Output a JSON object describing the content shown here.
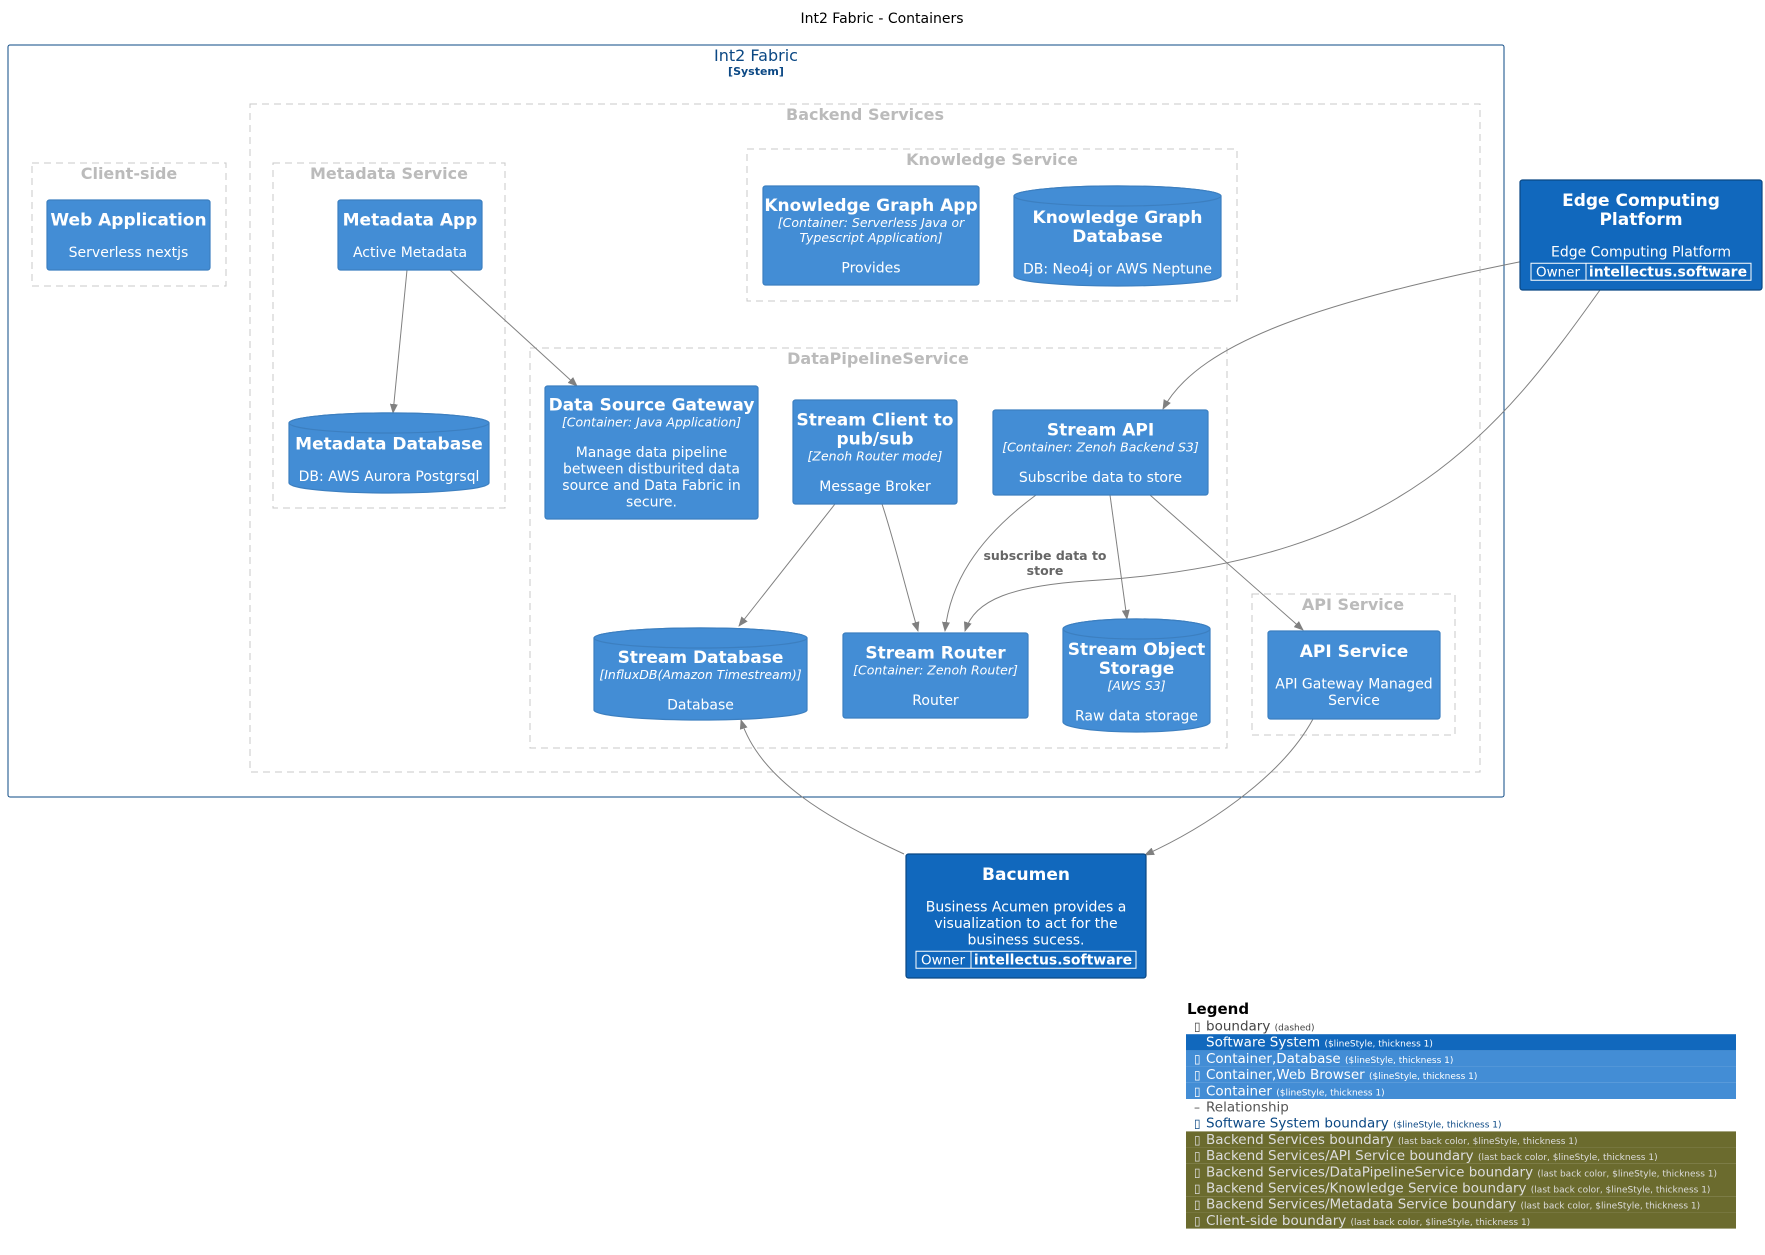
{
  "title": "Int2 Fabric - Containers",
  "system_boundary": {
    "name": "Int2 Fabric",
    "type": "[System]"
  },
  "boundaries": {
    "backend": "Backend Services",
    "client": "Client-side",
    "metadata": "Metadata Service",
    "knowledge": "Knowledge Service",
    "pipeline": "DataPipelineService",
    "api": "API Service"
  },
  "nodes": {
    "web_app": {
      "title": [
        "Web Application"
      ],
      "type": "",
      "desc": [
        "Serverless nextjs"
      ]
    },
    "metadata_app": {
      "title": [
        "Metadata App"
      ],
      "type": "",
      "desc": [
        "Active Metadata"
      ]
    },
    "metadata_db": {
      "title": [
        "Metadata Database"
      ],
      "type": "",
      "desc": [
        "DB: AWS Aurora Postgrsql"
      ]
    },
    "kg_app": {
      "title": [
        "Knowledge Graph App"
      ],
      "type": [
        "[Container: Serverless Java or",
        "Typescript Application]"
      ],
      "desc": [
        "Provides"
      ]
    },
    "kg_db": {
      "title": [
        "Knowledge Graph",
        "Database"
      ],
      "type": "",
      "desc": [
        "DB: Neo4j or AWS Neptune"
      ]
    },
    "ds_gateway": {
      "title": [
        "Data Source Gateway"
      ],
      "type": [
        "[Container: Java Application]"
      ],
      "desc": [
        "Manage data pipeline",
        "between distburited data",
        "source and Data Fabric in",
        "secure."
      ]
    },
    "stream_client": {
      "title": [
        "Stream Client to",
        "pub/sub"
      ],
      "type": [
        "[Zenoh Router mode]"
      ],
      "desc": [
        "Message Broker"
      ]
    },
    "stream_api": {
      "title": [
        "Stream API"
      ],
      "type": [
        "[Container: Zenoh Backend S3]"
      ],
      "desc": [
        "Subscribe data to store"
      ]
    },
    "stream_db": {
      "title": [
        "Stream Database"
      ],
      "type": [
        "[InfluxDB(Amazon Timestream)]"
      ],
      "desc": [
        "Database"
      ]
    },
    "stream_router": {
      "title": [
        "Stream Router"
      ],
      "type": [
        "[Container: Zenoh Router]"
      ],
      "desc": [
        "Router"
      ]
    },
    "stream_storage": {
      "title": [
        "Stream Object",
        "Storage"
      ],
      "type": [
        "[AWS S3]"
      ],
      "desc": [
        "Raw data storage"
      ]
    },
    "api_service": {
      "title": [
        "API Service"
      ],
      "type": "",
      "desc": [
        "API Gateway Managed",
        "Service"
      ]
    },
    "edge": {
      "title": [
        "Edge Computing",
        "Platform"
      ],
      "type": "",
      "desc": [
        "Edge Computing Platform"
      ],
      "owner_label": "Owner",
      "owner_value": "intellectus.software"
    },
    "bacumen": {
      "title": [
        "Bacumen"
      ],
      "type": "",
      "desc": [
        "Business Acumen provides a",
        "visualization to act for the",
        "business sucess."
      ],
      "owner_label": "Owner",
      "owner_value": "intellectus.software"
    }
  },
  "relation_label": [
    "subscribe data to",
    "store"
  ],
  "legend": {
    "title": "Legend",
    "items": [
      {
        "label": "boundary",
        "note": "(dashed)",
        "style": "plain"
      },
      {
        "label": "Software System",
        "note": "($lineStyle, thickness 1)",
        "style": "system"
      },
      {
        "label": "Container,Database",
        "note": "($lineStyle, thickness 1)",
        "style": "container"
      },
      {
        "label": "Container,Web Browser",
        "note": "($lineStyle, thickness 1)",
        "style": "container"
      },
      {
        "label": "Container",
        "note": "($lineStyle, thickness 1)",
        "style": "container"
      },
      {
        "label": "Relationship",
        "note": "",
        "style": "relationship"
      },
      {
        "label": "Software System boundary",
        "note": "($lineStyle, thickness 1)",
        "style": "sysboundary"
      },
      {
        "label": "Backend Services boundary",
        "note": "(last back color, $lineStyle, thickness 1)",
        "style": "olive"
      },
      {
        "label": "Backend Services/API Service boundary",
        "note": "(last back color, $lineStyle, thickness 1)",
        "style": "olive"
      },
      {
        "label": "Backend Services/DataPipelineService boundary",
        "note": "(last back color, $lineStyle, thickness 1)",
        "style": "olive"
      },
      {
        "label": "Backend Services/Knowledge Service boundary",
        "note": "(last back color, $lineStyle, thickness 1)",
        "style": "olive"
      },
      {
        "label": "Backend Services/Metadata Service boundary",
        "note": "(last back color, $lineStyle, thickness 1)",
        "style": "olive"
      },
      {
        "label": "Client-side boundary",
        "note": "(last back color, $lineStyle, thickness 1)",
        "style": "olive"
      }
    ]
  },
  "colors": {
    "system": "#1168BD",
    "container": "#438DD5",
    "container_border": "#3C7FC0",
    "system_border": "#0B4884",
    "boundary_text": "#BBBBBB",
    "boundary_line": "#C8C8C8",
    "arrow": "#808080",
    "olive": "#6B6B2E",
    "sys_boundary_text": "#0B4884"
  }
}
